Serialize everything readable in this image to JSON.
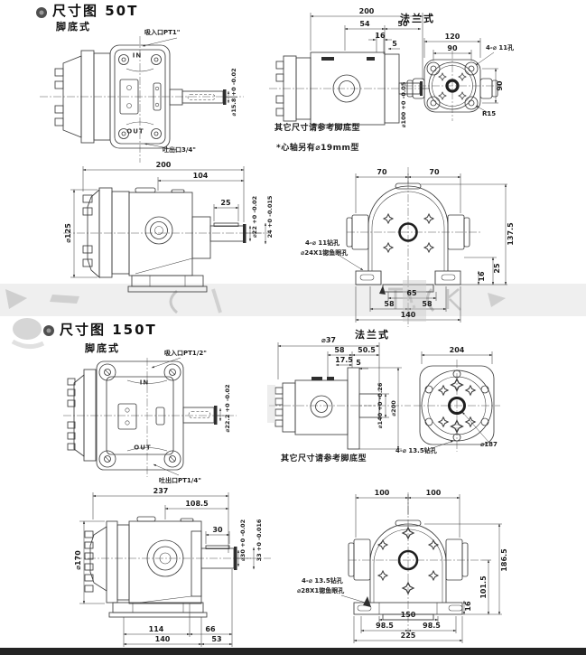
{
  "page": {
    "background": "#ffffff",
    "line_color": "#3b3b3b",
    "footer_bar_color": "#232323",
    "watermark_color": "#c9c9c9"
  },
  "t50": {
    "title": "尺寸图  50T",
    "foot_type_label": "脚底式",
    "flange_type_label": "法兰式",
    "foot_view": {
      "inlet_port": "吸入口PT1\"",
      "in_mark": "IN",
      "out_mark": "OUT",
      "outlet_port": "吐出口3/4\"",
      "shaft_dia": "⌀15.8 +0 -0.02"
    },
    "flange_side_view": {
      "overall_200": "200",
      "len_54": "54",
      "len_50": "50",
      "len_16": "16",
      "len_5": "5",
      "pilot_dia": "⌀100 +0 -0.05",
      "note_other_dims": "其它尺寸请参考脚底型",
      "note_shaft_option": "*心轴另有⌀19mm型"
    },
    "flange_front_view": {
      "width_120": "120",
      "bolt_span_90": "90",
      "bolt_holes": "4-⌀ 11孔",
      "height_90": "90",
      "corner_radius": "R15"
    },
    "side_view": {
      "overall_200": "200",
      "len_104": "104",
      "key_len_25": "25",
      "flange_dia_125": "⌀125",
      "shaft_dia": "⌀22 +0 -0.02",
      "key_height": "24 +0 -0.015"
    },
    "front_view": {
      "half_width_70a": "70",
      "half_width_70b": "70",
      "height_137_5": "137.5",
      "height_25": "25",
      "base_height_16": "16",
      "slot_span_65": "65",
      "hole_span_58a": "58",
      "hole_span_58b": "58",
      "base_width_140": "140",
      "drill_note": "4-⌀ 11钻孔",
      "spotface_note": "⌀24X1锪鱼眼孔"
    }
  },
  "t150": {
    "title": "尺寸图  150T",
    "foot_type_label": "脚底式",
    "flange_type_label": "法兰式",
    "foot_view": {
      "inlet_port": "吸入口PT1/2\"",
      "in_mark": "IN",
      "out_mark": "OUT",
      "outlet_port": "吐出口PT1/4\"",
      "shaft_dia": "⌀22.2 +0 -0.02"
    },
    "flange_side_view": {
      "overall_dia_37": "⌀37",
      "len_58": "58",
      "len_50_5": "50.5",
      "len_17_5": "17.5",
      "len_5": "5",
      "pilot_dia": "⌀140 +0 -0.26",
      "plate_dia_200": "⌀200",
      "note_other_dims": "其它尺寸请参考脚底型"
    },
    "flange_front_view": {
      "width_204": "204",
      "bolt_circle_187": "⌀187",
      "bolt_holes": "4-⌀ 13.5钻孔"
    },
    "side_view": {
      "overall_237": "237",
      "len_108_5": "108.5",
      "key_len_30": "30",
      "flange_dia_170": "⌀170",
      "shaft_dia": "⌀30 +0 -0.02",
      "key_height": "33 +0 -0.016",
      "len_114": "114",
      "len_66": "66",
      "len_140": "140",
      "len_53": "53"
    },
    "front_view": {
      "half_width_100a": "100",
      "half_width_100b": "100",
      "height_186_5": "186.5",
      "height_101_5": "101.5",
      "base_height_16": "16",
      "slot_span_150": "150",
      "hole_span_98a": "98.5",
      "hole_span_98b": "98.5",
      "base_width_225": "225",
      "drill_note": "4-⌀ 13.5钻孔",
      "spotface_note": "⌀28X1锪鱼眼孔"
    }
  }
}
